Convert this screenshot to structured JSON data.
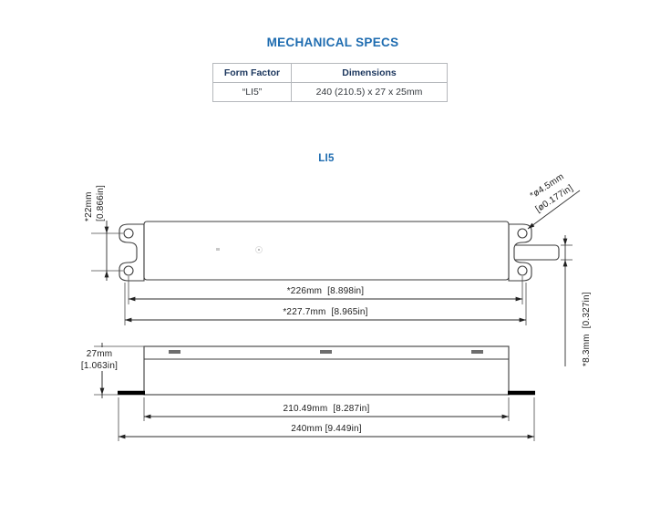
{
  "header": {
    "title": "MECHANICAL SPECS"
  },
  "spec_table": {
    "columns": [
      "Form Factor",
      "Dimensions"
    ],
    "rows": [
      {
        "form_factor": "“LI5”",
        "dimensions": "240 (210.5) x 27 x 25mm"
      }
    ]
  },
  "drawing": {
    "label": "LI5",
    "top_view": {
      "hole_pitch_mm": "*22mm",
      "hole_pitch_in": "[0.866in]",
      "hole_dia_mm": "*ø4.5mm",
      "hole_dia_in": "[ø0.177in]",
      "hole_span": "*226mm  [8.898in]",
      "slot_span": "*227.7mm  [8.965in]",
      "tab_height": "*8.3mm  [0.327in]"
    },
    "side_view": {
      "height_mm": "27mm",
      "height_in": "[1.063in]",
      "body_length": "210.49mm  [8.287in]",
      "overall_length": "240mm [9.449in]"
    }
  },
  "colors": {
    "accent_blue": "#1e6cb0",
    "table_header_text": "#1b365d",
    "table_border": "#b5b8bc",
    "drawing_line": "#3d3d3d"
  }
}
